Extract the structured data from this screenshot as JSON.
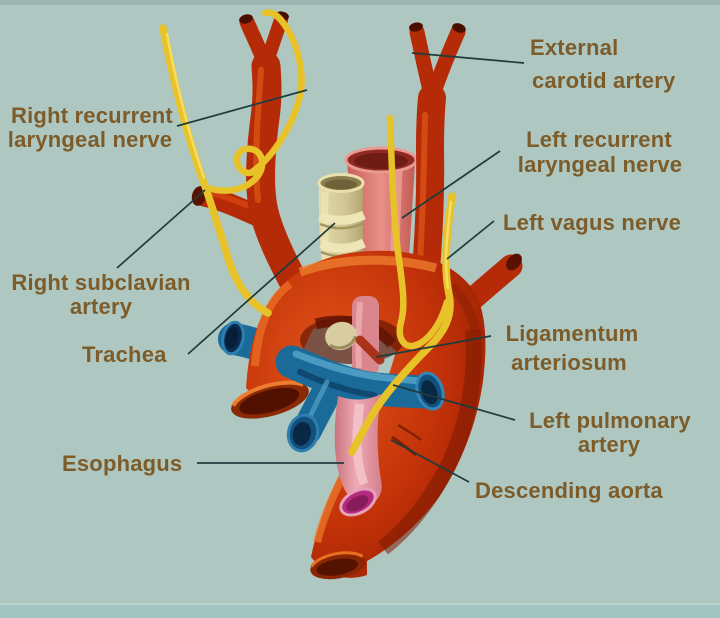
{
  "figure": {
    "type": "anatomical-diagram",
    "subject": "Aortic arch, great vessels, trachea, esophagus and vagus nerve anatomy"
  },
  "labels": [
    {
      "id": "external-carotid-artery",
      "lines": [
        "External",
        "carotid artery"
      ]
    },
    {
      "id": "right-recurrent-laryngeal-nerve",
      "lines": [
        "Right recurrent",
        "laryngeal nerve"
      ]
    },
    {
      "id": "left-recurrent-laryngeal-nerve",
      "lines": [
        "Left recurrent",
        "laryngeal nerve"
      ]
    },
    {
      "id": "left-vagus-nerve",
      "lines": [
        "Left vagus nerve"
      ]
    },
    {
      "id": "right-subclavian-artery",
      "lines": [
        "Right subclavian",
        "artery"
      ]
    },
    {
      "id": "trachea",
      "lines": [
        "Trachea"
      ]
    },
    {
      "id": "ligamentum-arteriosum",
      "lines": [
        "Ligamentum",
        "arteriosum"
      ]
    },
    {
      "id": "left-pulmonary-artery",
      "lines": [
        "Left pulmonary",
        "artery"
      ]
    },
    {
      "id": "esophagus",
      "lines": [
        "Esophagus"
      ]
    },
    {
      "id": "descending-aorta",
      "lines": [
        "Descending aorta"
      ]
    }
  ],
  "colors": {
    "background": "#aec8c1",
    "label_text": "#7d5c2a",
    "leader_line": "#1e3c3c",
    "aorta": "#c23108",
    "aorta_dark": "#7a1a02",
    "aorta_highlight": "#ef7a28",
    "pulmonary_artery_blue": "#1a6a9a",
    "pulmonary_dark": "#0c3a60",
    "nerve_yellow": "#e8c229",
    "trachea_tan": "#cfc493",
    "esophagus_pink": "#dd8078",
    "esophagus_lower_pink": "#e8a0aa",
    "esophagus_opening_magenta": "#b42a7c"
  }
}
